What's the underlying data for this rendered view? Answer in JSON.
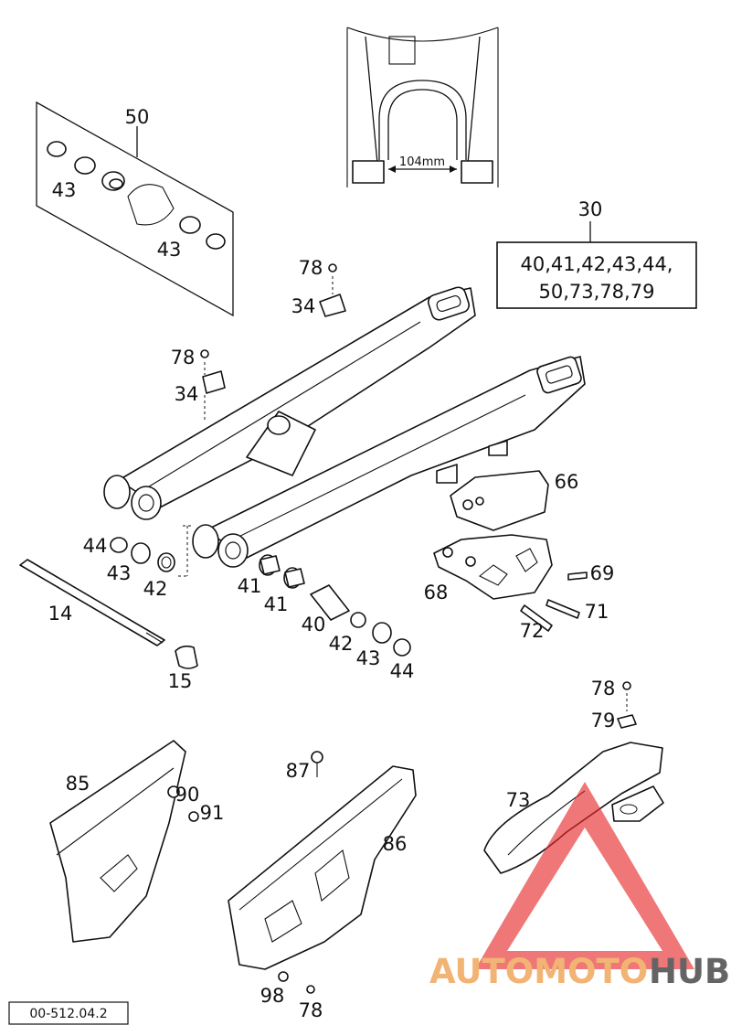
{
  "diagram_code": "00-512.04.2",
  "dimension_label": "104mm",
  "kit_box": {
    "ref": "30",
    "line1": "40,41,42,43,44,",
    "line2": "50,73,78,79"
  },
  "labels": {
    "p50": "50",
    "p43a": "43",
    "p43b": "43",
    "p78a": "78",
    "p34a": "34",
    "p78b": "78",
    "p34b": "34",
    "p66": "66",
    "p44a": "44",
    "p43c": "43",
    "p42a": "42",
    "p41a": "41",
    "p41b": "41",
    "p14": "14",
    "p40": "40",
    "p42b": "42",
    "p43d": "43",
    "p44b": "44",
    "p15": "15",
    "p69": "69",
    "p68": "68",
    "p71": "71",
    "p72": "72",
    "p78c": "78",
    "p79": "79",
    "p85": "85",
    "p87": "87",
    "p90": "90",
    "p91": "91",
    "p86": "86",
    "p73": "73",
    "p98": "98",
    "p78d": "78"
  },
  "watermark": {
    "part1": "AUTOMOTO",
    "part2": "HUB",
    "color1": "#f0a75c",
    "color2": "#4a4a4a",
    "triangle_color": "#e8292b"
  }
}
